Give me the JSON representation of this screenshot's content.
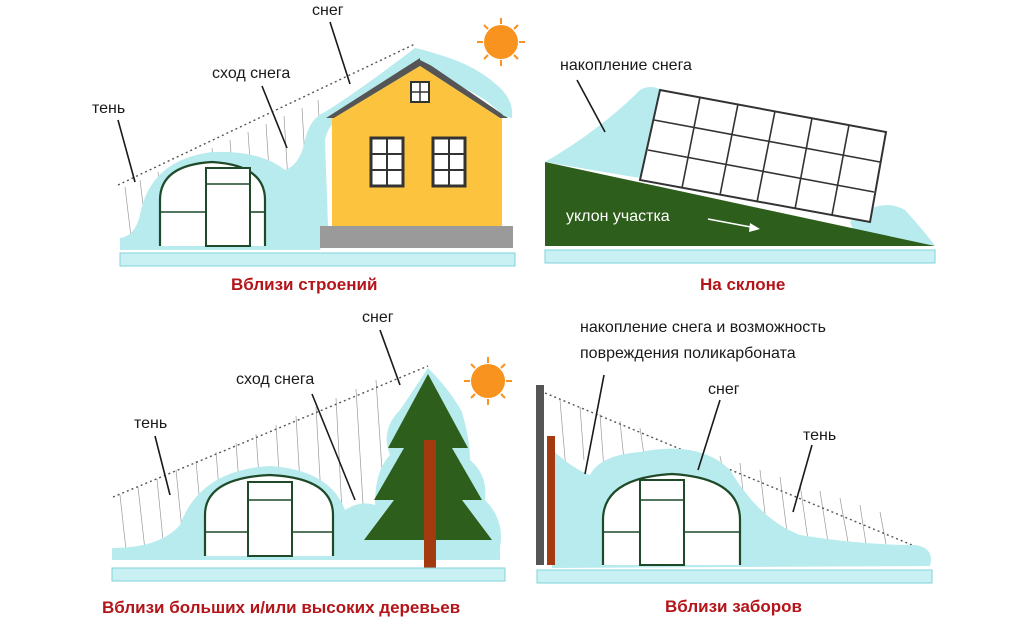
{
  "panels": {
    "buildings": {
      "caption": "Вблизи строений",
      "label_snow": "снег",
      "label_snow_slide": "сход снега",
      "label_shadow": "тень"
    },
    "slope": {
      "caption": "На склоне",
      "label_snow_accumulation": "накопление снега",
      "label_slope": "уклон участка"
    },
    "trees": {
      "caption": "Вблизи  больших  и/или высоких деревьев",
      "label_snow": "снег",
      "label_snow_slide": "сход снега",
      "label_shadow": "тень"
    },
    "fences": {
      "caption": "Вблизи заборов",
      "label_accumulation_line1": "накопление снега и возможность",
      "label_accumulation_line2": "повреждения поликарбоната",
      "label_snow": "снег",
      "label_shadow": "тень"
    }
  },
  "colors": {
    "caption": "#b3151a",
    "snow": "#b8ebee",
    "house_wall": "#fcc43e",
    "roof_trim": "#555555",
    "slope_ground": "#2e5e1c",
    "tree": "#2e5e1c",
    "trunk": "#a33a10",
    "sun": "#f7931e",
    "greenhouse_frame": "#1f4a2a"
  },
  "icons": [
    "sun-icon",
    "house-icon",
    "tree-icon",
    "greenhouse-icon",
    "fence-icon",
    "arrow-icon"
  ]
}
